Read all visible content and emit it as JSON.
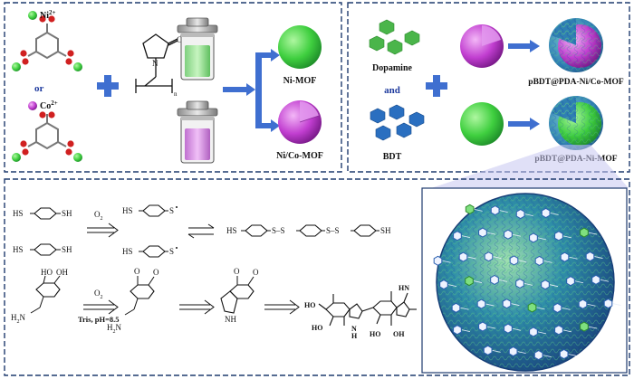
{
  "colors": {
    "panel_border": "#1f3b6e",
    "arrow_blue": "#3f6fd0",
    "ni_green": "#3fcf3f",
    "co_magenta": "#c13ed0",
    "oxygen_red": "#d02020",
    "pda_blue": "#2f7fb3",
    "bdt_blue": "#2a6fc0",
    "dopamine_green": "#4ab54a",
    "shell_purple": "#7a7ae0"
  },
  "panel_a": {
    "ni_ion": "Ni",
    "ni_charge": "2+",
    "or_label": "or",
    "co_ion": "Co",
    "co_charge": "2+",
    "pvp_subscript": "n",
    "ni_mof_label": "Ni-MOF",
    "nico_mof_label": "Ni/Co-MOF"
  },
  "panel_b": {
    "dopamine_label": "Dopamine",
    "and_label": "and",
    "bdt_label": "BDT",
    "product_top_label": "pBDT@PDA-Ni/Co-MOF",
    "product_bottom_label": "pBDT@PDA-Ni-MOF"
  },
  "panel_c": {
    "thiol_sh": "SH",
    "thiol_hs": "HS",
    "oxygen_reagent": "O",
    "oxygen_sub": "2",
    "radical_s": "S",
    "disulfide_ss": "S–S",
    "dopamine_oxidant": "O",
    "dopamine_oxidant_sub": "2",
    "tris_condition": "Tris, pH=8.5",
    "oh": "OH",
    "ho": "HO",
    "h2n": "H",
    "h2n_sub": "2",
    "h2n_n": "N",
    "nh": "NH",
    "hn": "HN",
    "n": "N",
    "h": "H",
    "o": "O"
  }
}
